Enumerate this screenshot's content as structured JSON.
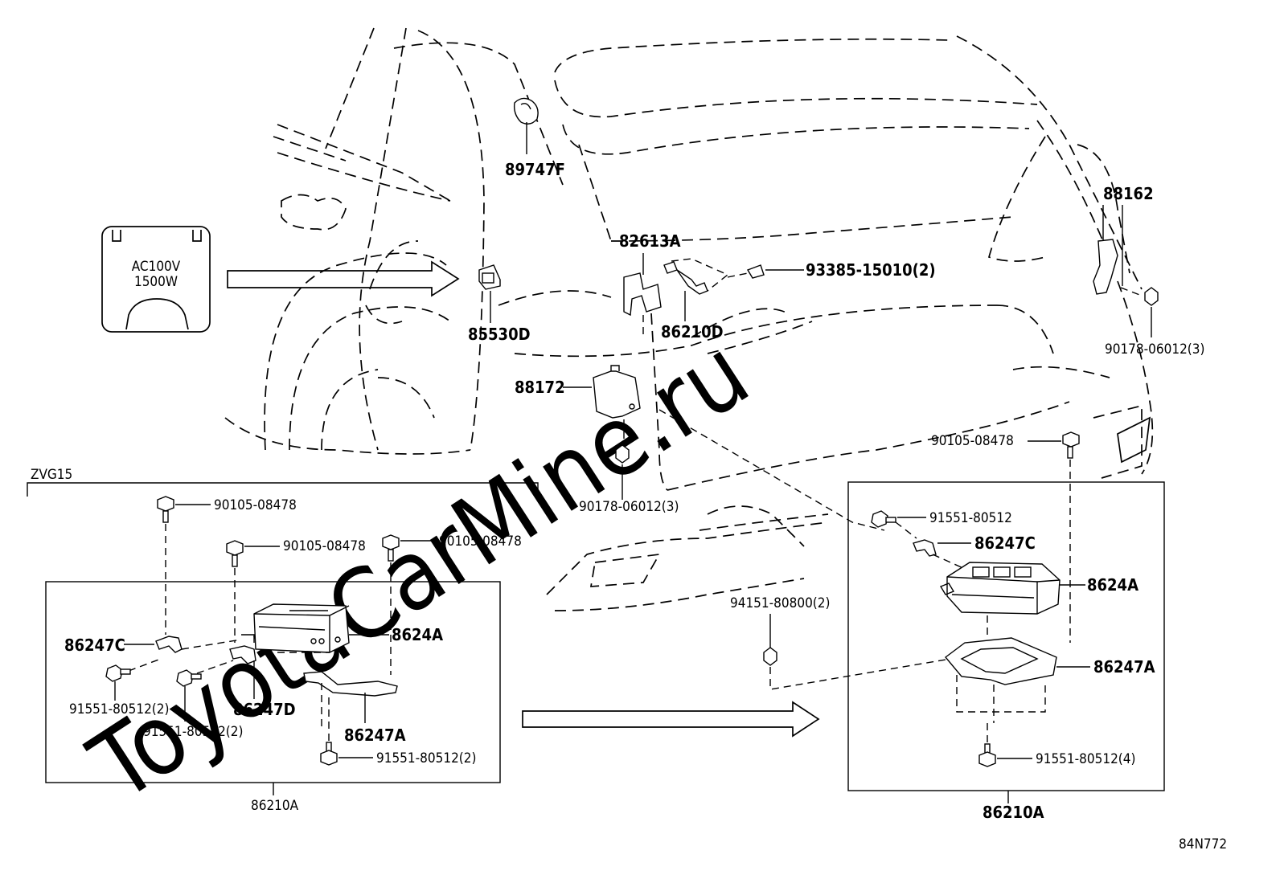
{
  "watermark": "ToyotaCarMine.ru",
  "diagram_id": "84N772",
  "outlet_plate": {
    "line1": "AC100V",
    "line2": "1500W"
  },
  "variant_label": "ZVG15",
  "parts_top": {
    "p89747F": "89747F",
    "p82613A": "82613A",
    "p93385": "93385-15010(2)",
    "p86210D": "86210D",
    "p85530D": "85530D",
    "p88172": "88172",
    "p90178_c": "90178-06012(3)",
    "p88162": "88162",
    "p90178_r": "90178-06012(3)",
    "p90105_r": "90105-08478",
    "p94151": "94151-80800(2)"
  },
  "parts_left": {
    "p90105_a": "90105-08478",
    "p90105_b": "90105-08478",
    "p90105_c": "90105-08478",
    "p86247C": "86247C",
    "p8624A": "8624A",
    "p91551_a": "91551-80512(2)",
    "p86247D": "86247D",
    "p91551_b": "91551-80512(2)",
    "p86247A": "86247A",
    "p91551_c": "91551-80512(2)",
    "p86210A": "86210A"
  },
  "parts_right": {
    "p91551_a": "91551-80512",
    "p86247C": "86247C",
    "p8624A": "8624A",
    "p86247A": "86247A",
    "p91551_b": "91551-80512(4)",
    "p86210A": "86210A"
  }
}
